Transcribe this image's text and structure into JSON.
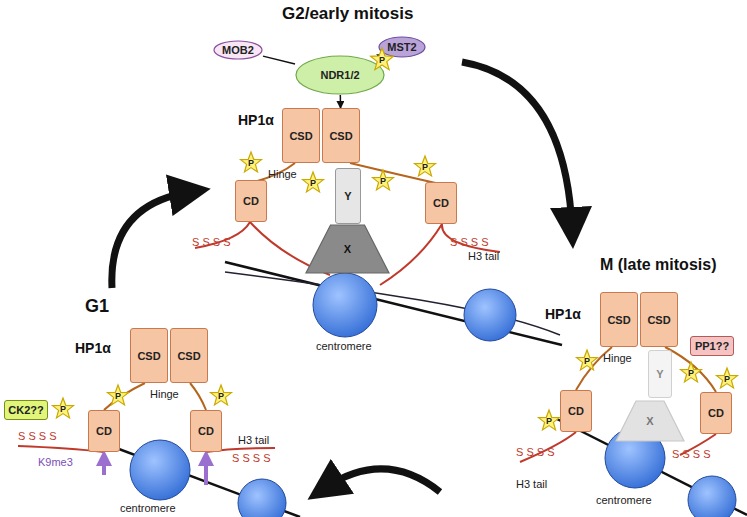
{
  "diagram": {
    "nodes": [
      {
        "text": [
          "MOB2"
        ]
      },
      {
        "text": [
          "MST2"
        ]
      },
      {
        "text": [
          "NDR1/2"
        ]
      },
      {
        "text": [
          "P"
        ]
      },
      {
        "text": [
          "CSD"
        ]
      },
      {
        "text": [
          "CSD"
        ]
      },
      {
        "text": [
          "P"
        ]
      },
      {
        "text": [
          "P"
        ]
      },
      {
        "text": [
          "Y"
        ]
      },
      {
        "text": [
          "X"
        ]
      },
      {
        "text": [
          "CD"
        ]
      },
      {
        "text": [
          "CD"
        ]
      },
      {
        "text": [
          "P"
        ]
      },
      {
        "text": [
          "P"
        ]
      },
      {
        "text": [
          "CSD"
        ]
      },
      {
        "text": [
          "CSD"
        ]
      },
      {
        "text": [
          "P"
        ]
      },
      {
        "text": [
          "P"
        ]
      },
      {
        "text": [
          "CK2??"
        ]
      },
      {
        "text": [
          "P"
        ]
      },
      {
        "text": [
          "CD"
        ]
      },
      {
        "text": [
          "CD"
        ]
      },
      {
        "text": [
          "CSD"
        ]
      },
      {
        "text": [
          "CSD"
        ]
      },
      {
        "text": [
          "PP1??"
        ]
      },
      {
        "text": [
          "P"
        ]
      },
      {
        "text": [
          "P"
        ]
      },
      {
        "text": [
          "Y"
        ]
      },
      {
        "text": [
          "X"
        ]
      },
      {
        "text": [
          "CD"
        ]
      },
      {
        "text": [
          "CD"
        ]
      },
      {
        "text": [
          "P"
        ]
      },
      {
        "text": [
          "P"
        ]
      }
    ],
    "edges": [
      {
        "from": 1,
        "to": 2,
        "arrow": "to"
      },
      {
        "from": 0,
        "to": 2,
        "arrow": "none"
      },
      {
        "from": 2,
        "to": 5,
        "arrow": "to"
      }
    ],
    "labels": [
      "G2/early mitosis",
      "HP1α",
      "Hinge",
      "H3 tail",
      "centromere",
      "S S S S",
      "S S S S",
      "G1",
      "HP1α",
      "Hinge",
      "K9me3",
      "H3 tail",
      "centromere",
      "S S S S",
      "S S S S",
      "M (late mitosis)",
      "HP1α",
      "Hinge",
      "H3 tail",
      "centromere",
      "S S S S",
      "S S S S"
    ]
  }
}
